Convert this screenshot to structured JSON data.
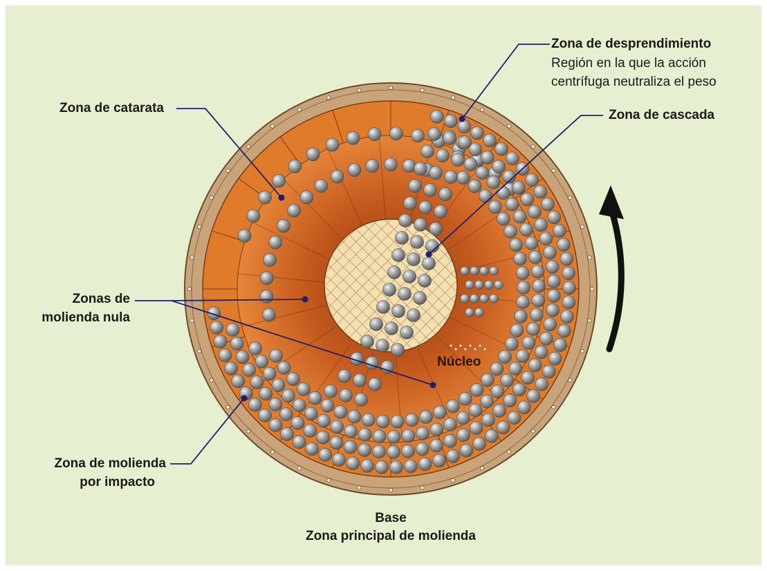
{
  "labels": {
    "desprendimiento_title": "Zona de desprendimiento",
    "desprendimiento_desc_1": "Región en la que la acción",
    "desprendimiento_desc_2": "centrífuga neutraliza el peso",
    "catarata": "Zona de catarata",
    "cascada": "Zona de cascada",
    "molienda_nula_1": "Zonas de",
    "molienda_nula_2": "molienda nula",
    "nucleo": "Núcleo",
    "impacto_1": "Zona de molienda",
    "impacto_2": "por impacto",
    "base_title": "Base",
    "base_desc": "Zona principal de molienda"
  },
  "colors": {
    "background": "#e6efcf",
    "shell": "#c9a47a",
    "liner": "#e07b2c",
    "charge_center": "#8e3a12",
    "core": "#f3dfb0",
    "core_grid": "#a9814c",
    "ball": "#9a9a9a",
    "leader_line": "#1f1f6e",
    "rotation_arrow": "#111111"
  },
  "icons": {
    "rotation": "curved-arrow-counterclockwise"
  }
}
